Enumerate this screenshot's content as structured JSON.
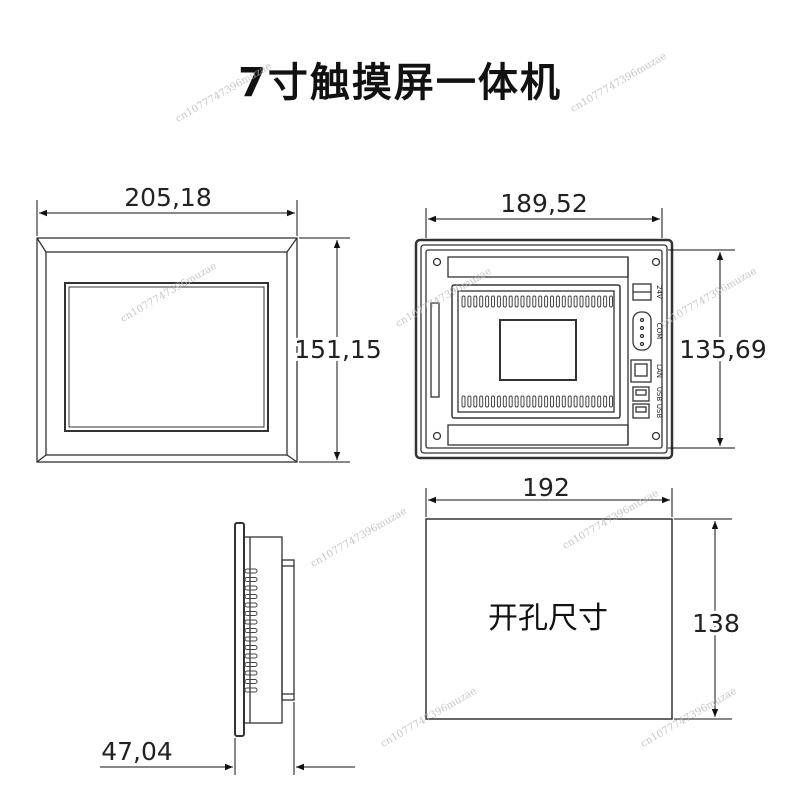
{
  "title": "7寸触摸屏一体机",
  "dimensions": {
    "front_width": "205,18",
    "front_height": "151,15",
    "back_width": "189,52",
    "back_height": "135,69",
    "cutout_width": "192",
    "cutout_height": "138",
    "depth": "47,04"
  },
  "cutout_label": "开孔尺寸",
  "back_port_labels": {
    "power": "24V",
    "serial": "COM",
    "lan": "LAN",
    "usb1": "USB",
    "usb2": "USB"
  },
  "watermark": "cn1077747396muzae"
}
